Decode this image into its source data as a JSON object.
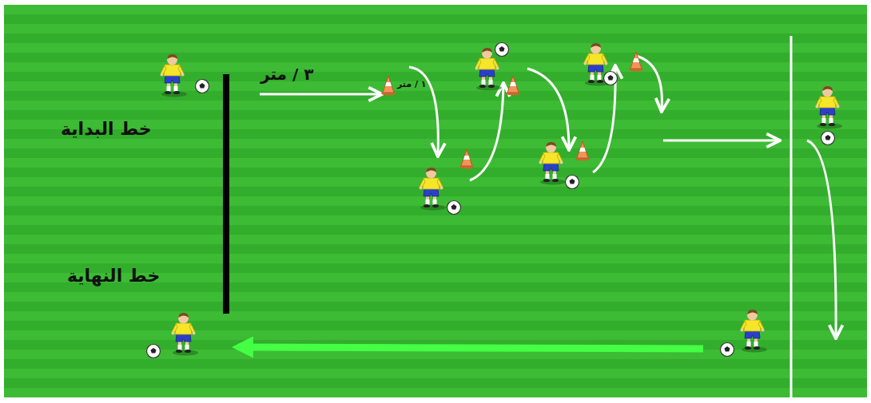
{
  "diagram": {
    "labels": [
      "٣ / متر",
      "١ / متر",
      "خط البداية",
      "خط النهاية"
    ]
  }
}
